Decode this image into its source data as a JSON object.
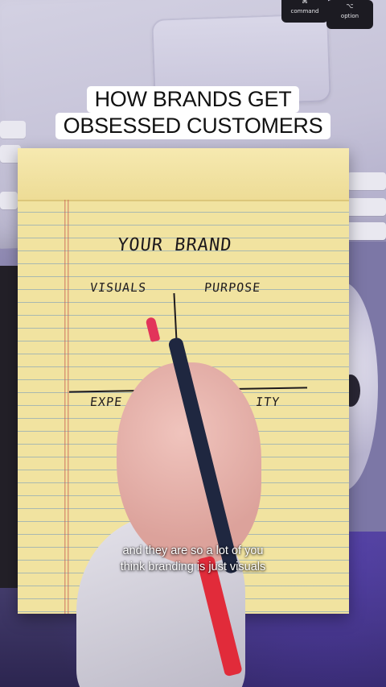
{
  "overlay": {
    "title_line_1": "HOW BRANDS GET",
    "title_line_2": "OBSESSED CUSTOMERS",
    "caption_line_1": "and they are so a lot of you",
    "caption_line_2": "think branding is just visuals"
  },
  "keyboard": {
    "command_symbol": "⌘",
    "command_label": "command",
    "option_symbol": "⌥",
    "option_label": "option"
  },
  "notepad": {
    "title": "YOUR BRAND",
    "quadrant_top_left": "VISUALS",
    "quadrant_top_right": "PURPOSE",
    "quadrant_bottom_left_partial": "EXPE",
    "quadrant_bottom_right_partial": "ITY"
  },
  "colors": {
    "notepad_yellow": "#f1e3a0",
    "pen_red": "#e12b3a",
    "title_background": "#ffffff"
  }
}
